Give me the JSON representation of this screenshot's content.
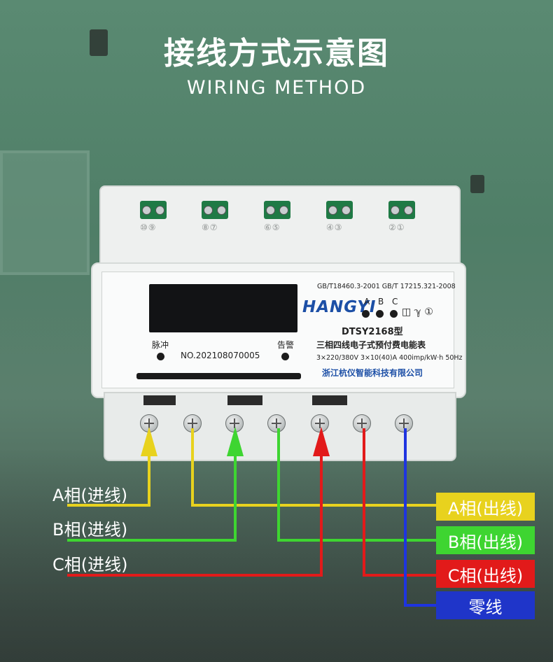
{
  "heading": {
    "title_cn": "接线方式示意图",
    "title_en": "WIRING METHOD"
  },
  "meter": {
    "top_terminal_labels": [
      "⑩⑨",
      "⑧⑦",
      "⑥⑤",
      "④③",
      "②①"
    ],
    "standards": "GB/T18460.3-2001 GB/T 17215.321-2008",
    "brand": "HANGYI",
    "phases": [
      "A",
      "B",
      "C"
    ],
    "symbols": "◫ ℽ ①",
    "model": "DTSY2168型",
    "description": "三相四线电子式预付费电能表",
    "spec": "3×220/380V 3×10(40)A 400imp/kW·h 50Hz",
    "company": "浙江杭仪智能科技有限公司",
    "pulse_label": "脉冲",
    "alarm_label": "告警",
    "serial_number": "NO.202108070005"
  },
  "labels_in": [
    "A相(进线)",
    "B相(进线)",
    "C相(进线)"
  ],
  "labels_out": [
    "A相(出线)",
    "B相(出线)",
    "C相(出线)",
    "零线"
  ],
  "colors": {
    "phase_a": "#e8d21e",
    "phase_b": "#3ed531",
    "phase_c": "#e21a1a",
    "neutral": "#1e34e0",
    "neutral_box": "#1f35c9"
  }
}
